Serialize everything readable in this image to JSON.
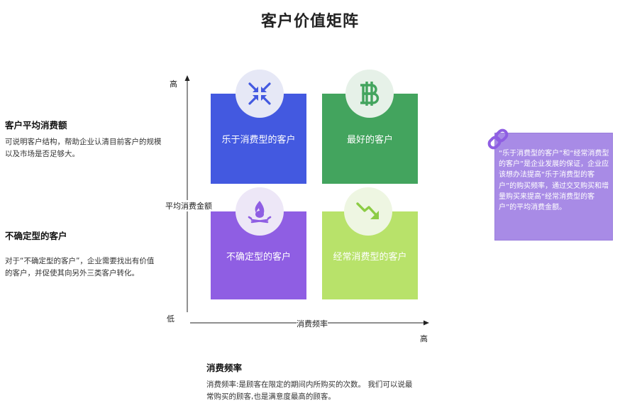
{
  "title": "客户价值矩阵",
  "left_notes": [
    {
      "heading": "客户平均消费额",
      "text": "可说明客户结构，帮助企业认清目前客户的规模以及市场是否足够大。"
    },
    {
      "heading": "不确定型的客户",
      "text": "对于“不确定型的客户”，企业需要找出有价值的客户，并促使其向另外三类客户转化。"
    }
  ],
  "bottom_note": {
    "heading": "消费频率",
    "text": "消费频率:是顾客在限定的期间内所购买的次数。 我们可以说最常购买的顾客,也是满意度最高的顾客。"
  },
  "axes": {
    "y_label": "平均消费金额",
    "x_label": "消费频率",
    "y_high": "高",
    "origin_low": "低",
    "x_high": "高"
  },
  "quadrants": [
    {
      "label": "乐于消费型的客户",
      "color": "#4359e0",
      "icon": "compress-arrows-icon",
      "icon_color": "#4359e0",
      "circle_color": "#e6e8f6"
    },
    {
      "label": "最好的客户",
      "color": "#43a45e",
      "icon": "bitcoin-icon",
      "icon_color": "#43a45e",
      "circle_color": "#e6f1e8"
    },
    {
      "label": "不确定型的客户",
      "color": "#8f5ee3",
      "icon": "campfire-icon",
      "icon_color": "#8f5ee3",
      "circle_color": "#ede7f7"
    },
    {
      "label": "经常消费型的客户",
      "color": "#b8e26a",
      "icon": "trending-down-icon",
      "icon_color": "#8ccc45",
      "circle_color": "#eef6e2"
    }
  ],
  "side_note": {
    "text": "“乐于消费型的客户”和“经常消费型的客户”是企业发展的保证，企业应该想办法提高“乐于消费型的客户”的购买频率，通过交叉购买和增量购买来提高“经常消费型的客户”的平均消费金额。",
    "color": "#a88be6",
    "icon": "link-icon"
  }
}
